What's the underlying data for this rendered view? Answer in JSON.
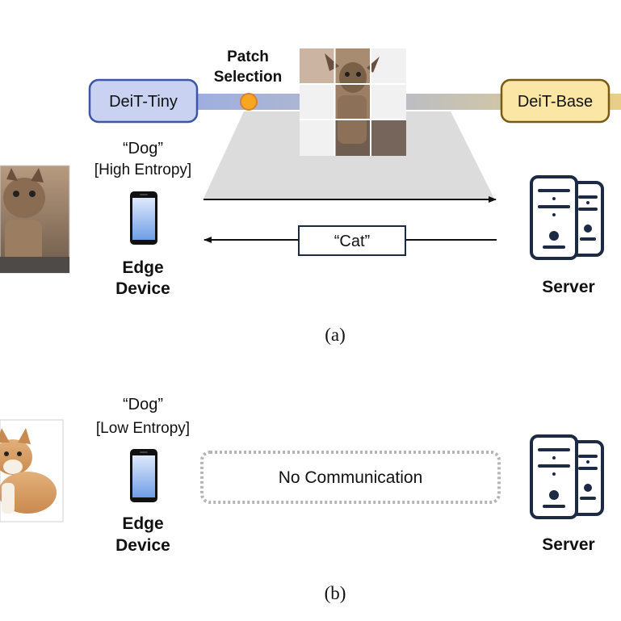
{
  "panel_a": {
    "patch_label_line1": "Patch",
    "patch_label_line2": "Selection",
    "model_small": "DeiT-Tiny",
    "model_large": "DeiT-Base",
    "prediction": "“Dog”",
    "entropy": "[High Entropy]",
    "edge_line1": "Edge",
    "edge_line2": "Device",
    "server_reply": "“Cat”",
    "server_label": "Server",
    "caption": "(a)"
  },
  "panel_b": {
    "prediction": "“Dog”",
    "entropy": "[Low Entropy]",
    "no_comm": "No Communication",
    "edge_line1": "Edge",
    "edge_line2": "Device",
    "server_label": "Server",
    "caption": "(b)"
  },
  "colors": {
    "tiny_box_fill": "#c9d3f1",
    "tiny_box_stroke": "#3b56a8",
    "base_box_fill": "#fbe6a6",
    "base_box_stroke": "#7a5a12",
    "selection_dot": "#f5a623",
    "server_stroke": "#1c2a44"
  }
}
